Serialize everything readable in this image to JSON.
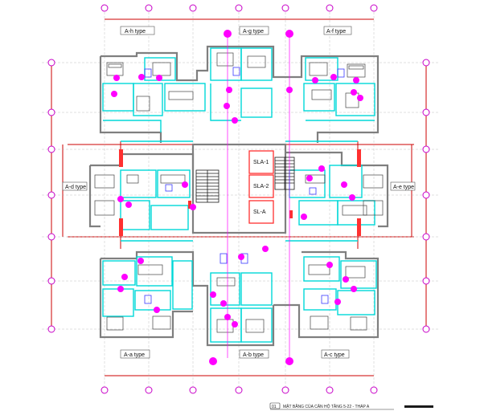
{
  "unit_types": {
    "top_left": "A-h type",
    "top_center": "A-g type",
    "top_right": "A-f type",
    "left": "A-d type",
    "right": "A-e type",
    "bottom_left": "A-a type",
    "bottom_center": "A-b type",
    "bottom_right": "A-c type"
  },
  "elevators": {
    "e1": "SLA-1",
    "e2": "SLA-2",
    "e3": "SL-A"
  },
  "caption": {
    "badge": "01",
    "text": "MẶT BẰNG CỦA CĂN HỘ TẦNG 5-22 - THÁP A"
  },
  "colors": {
    "wall": "#7f7f7f",
    "partition": "#00d8d8",
    "marker": "#ff00ff",
    "dimension": "#cc0000",
    "stair": "#1a1a1a",
    "door": "#ff3030",
    "furniture": "#3a3aff",
    "axis_bubble": "#c800c8"
  }
}
